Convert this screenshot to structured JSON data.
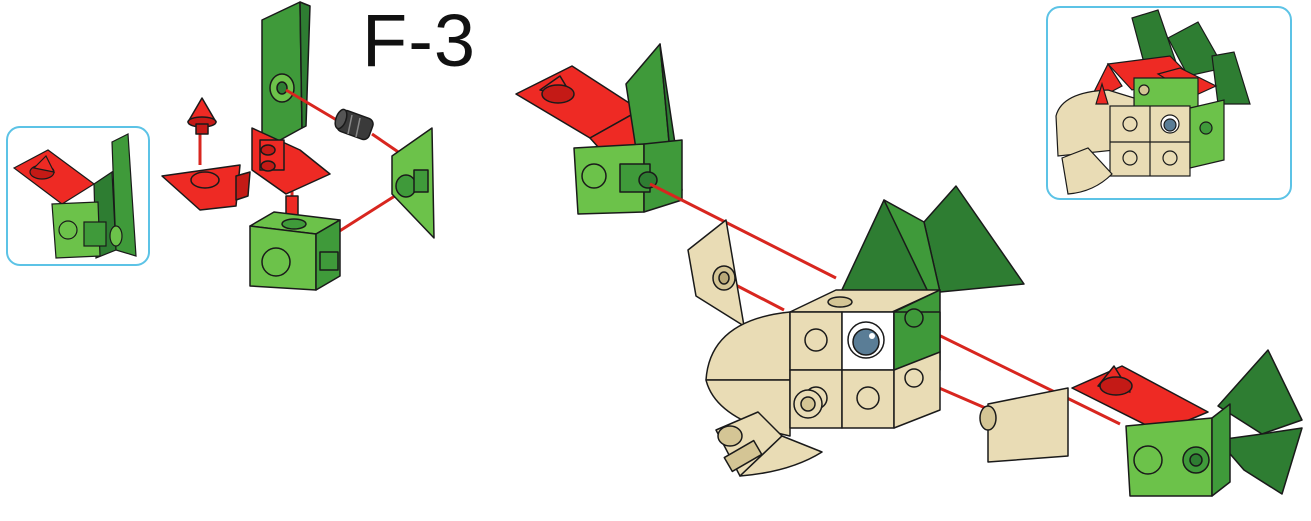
{
  "step_label": "F-3",
  "colors": {
    "red": "#ee2a24",
    "red_dark": "#c41a16",
    "green_light": "#6cc24a",
    "green_mid": "#3f9a3a",
    "green_dark": "#2e7d32",
    "beige": "#e9dcb5",
    "beige_dark": "#d4c595",
    "outline": "#1a1a1a",
    "connector_line": "#d8261f",
    "callout_border": "#5cc3e6",
    "eye_blue": "#5a7d96"
  },
  "icons": {
    "connector": "black-connector-peg",
    "eye": "eye-piece"
  }
}
